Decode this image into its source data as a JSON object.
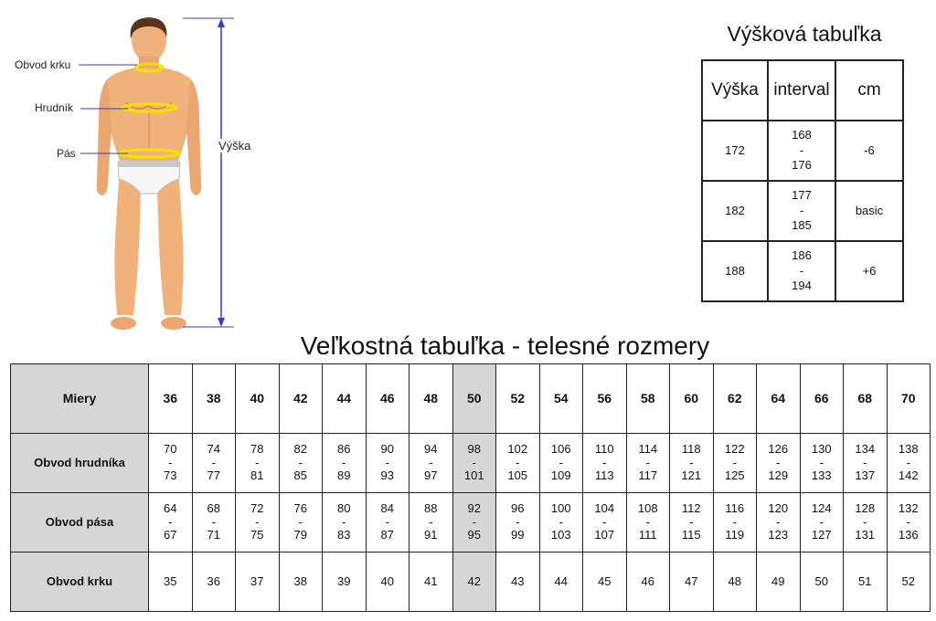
{
  "figure": {
    "labels": {
      "neck": "Obvod krku",
      "chest": "Hrudník",
      "waist": "Pás",
      "height": "Výška"
    },
    "colors": {
      "skin": "#f0b27a",
      "band": "#f5e100",
      "guide": "#3a3acc"
    }
  },
  "height_table": {
    "title": "Výšková tabuľka",
    "headers": [
      "Výška",
      "interval",
      "cm"
    ],
    "rows": [
      {
        "height": "172",
        "from": "168",
        "sep": "-",
        "to": "176",
        "cm": "-6"
      },
      {
        "height": "182",
        "from": "177",
        "sep": "-",
        "to": "185",
        "cm": "basic"
      },
      {
        "height": "188",
        "from": "186",
        "sep": "-",
        "to": "194",
        "cm": "+6"
      }
    ]
  },
  "size_table": {
    "title": "Veľkostná tabuľka - telesné rozmery",
    "header_label": "Miery",
    "sizes": [
      "36",
      "38",
      "40",
      "42",
      "44",
      "46",
      "48",
      "50",
      "52",
      "54",
      "56",
      "58",
      "60",
      "62",
      "64",
      "66",
      "68",
      "70"
    ],
    "highlight_index": 7,
    "rows": [
      {
        "label": "Obvod hrudníka",
        "values": [
          [
            "70",
            "73"
          ],
          [
            "74",
            "77"
          ],
          [
            "78",
            "81"
          ],
          [
            "82",
            "85"
          ],
          [
            "86",
            "89"
          ],
          [
            "90",
            "93"
          ],
          [
            "94",
            "97"
          ],
          [
            "98",
            "101"
          ],
          [
            "102",
            "105"
          ],
          [
            "106",
            "109"
          ],
          [
            "110",
            "113"
          ],
          [
            "114",
            "117"
          ],
          [
            "118",
            "121"
          ],
          [
            "122",
            "125"
          ],
          [
            "126",
            "129"
          ],
          [
            "130",
            "133"
          ],
          [
            "134",
            "137"
          ],
          [
            "138",
            "142"
          ]
        ]
      },
      {
        "label": "Obvod pása",
        "values": [
          [
            "64",
            "67"
          ],
          [
            "68",
            "71"
          ],
          [
            "72",
            "75"
          ],
          [
            "76",
            "79"
          ],
          [
            "80",
            "83"
          ],
          [
            "84",
            "87"
          ],
          [
            "88",
            "91"
          ],
          [
            "92",
            "95"
          ],
          [
            "96",
            "99"
          ],
          [
            "100",
            "103"
          ],
          [
            "104",
            "107"
          ],
          [
            "108",
            "111"
          ],
          [
            "112",
            "115"
          ],
          [
            "116",
            "119"
          ],
          [
            "120",
            "123"
          ],
          [
            "124",
            "127"
          ],
          [
            "128",
            "131"
          ],
          [
            "132",
            "136"
          ]
        ]
      },
      {
        "label": "Obvod krku",
        "values": [
          "35",
          "36",
          "37",
          "38",
          "39",
          "40",
          "41",
          "42",
          "43",
          "44",
          "45",
          "46",
          "47",
          "48",
          "49",
          "50",
          "51",
          "52"
        ]
      }
    ]
  }
}
